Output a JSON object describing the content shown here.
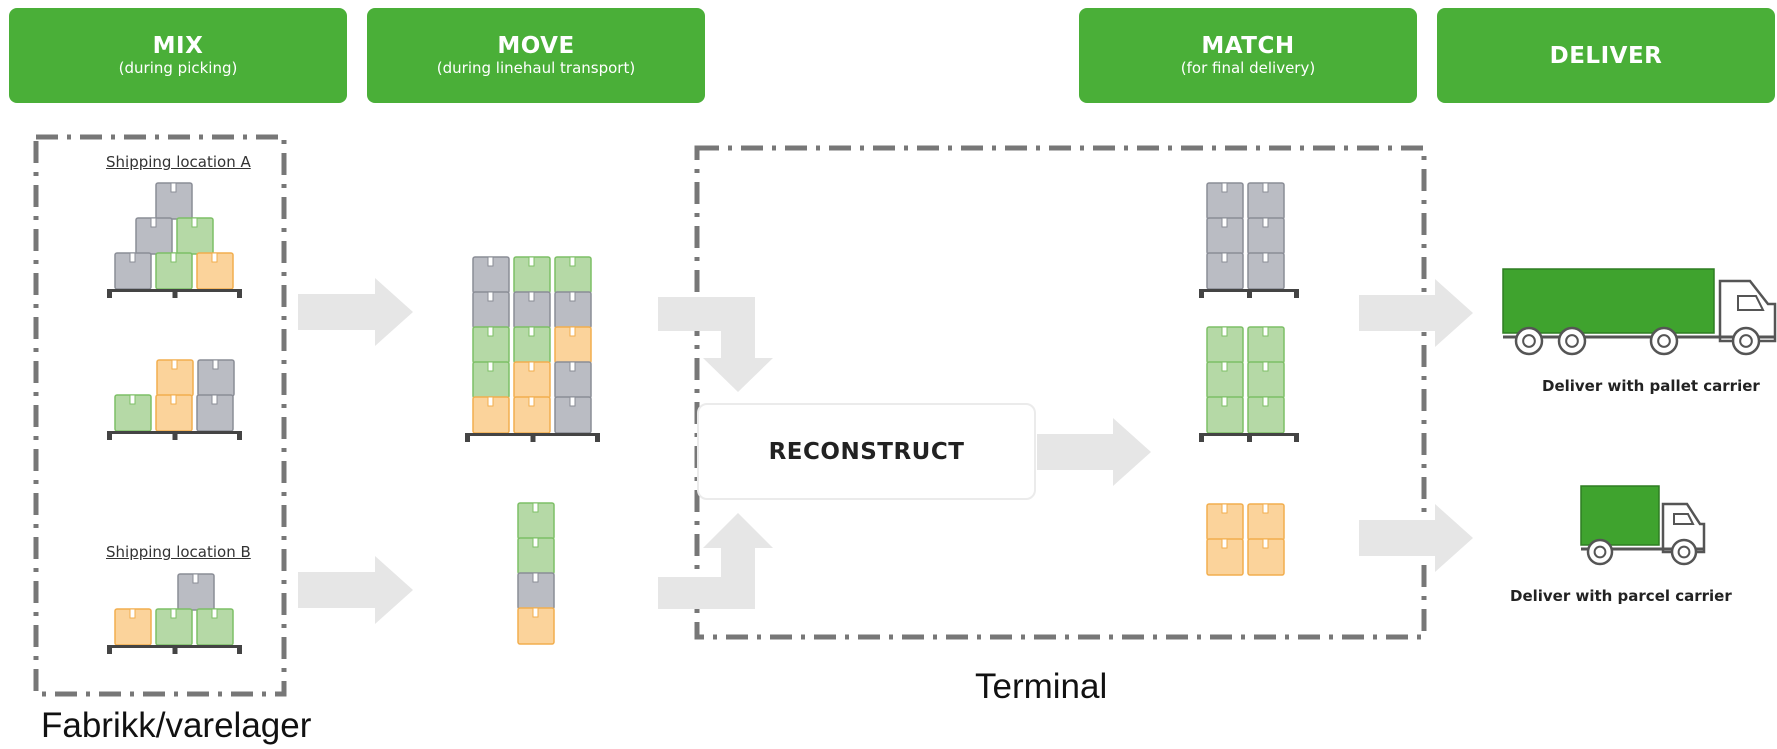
{
  "stages": [
    {
      "title": "MIX",
      "subtitle": "(during picking)"
    },
    {
      "title": "MOVE",
      "subtitle": "(during linehaul transport)"
    },
    {
      "title": "MATCH",
      "subtitle": "(for final delivery)"
    },
    {
      "title": "DELIVER",
      "subtitle": ""
    }
  ],
  "shipping_locations": {
    "a": "Shipping location A",
    "b": "Shipping location B"
  },
  "reconstruct_label": "RECONSTRUCT",
  "carriers": {
    "pallet": "Deliver with pallet carrier",
    "parcel": "Deliver with parcel carrier"
  },
  "zones": {
    "factory": "Fabrikk/varelager",
    "terminal": "Terminal"
  },
  "colors": {
    "header_green": "#4aaf38",
    "truck_green": "#3fa32e",
    "box_grey": "#babcc3",
    "box_green": "#b5d9a6",
    "box_orange": "#fbd39b",
    "arrow_grey": "#e6e6e6",
    "dash_grey": "#777777"
  },
  "box_kinds": [
    "grey",
    "green",
    "orange"
  ]
}
